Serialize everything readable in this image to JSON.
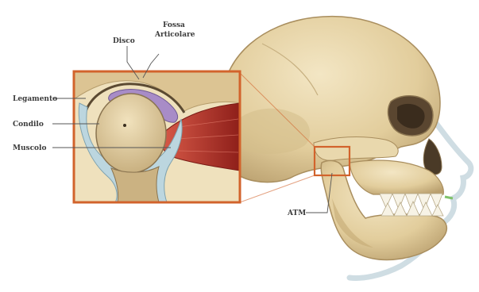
{
  "labels": {
    "disco": "Disco",
    "fossa": "Fossa",
    "fossa_line2": "Articolare",
    "legamento": "Legamento",
    "condilo": "Condilo",
    "muscolo": "Muscolo",
    "atm": "ATM"
  },
  "colors": {
    "bone": "#e6d3a6",
    "bone_shadow": "#b9a070",
    "bone_dark": "#8a7450",
    "frame": "#d2632c",
    "disc": "#a88cc7",
    "muscle": "#b8322a",
    "ligament": "#bcd6df",
    "skin": "#d9e8ee",
    "leader": "#555555"
  }
}
